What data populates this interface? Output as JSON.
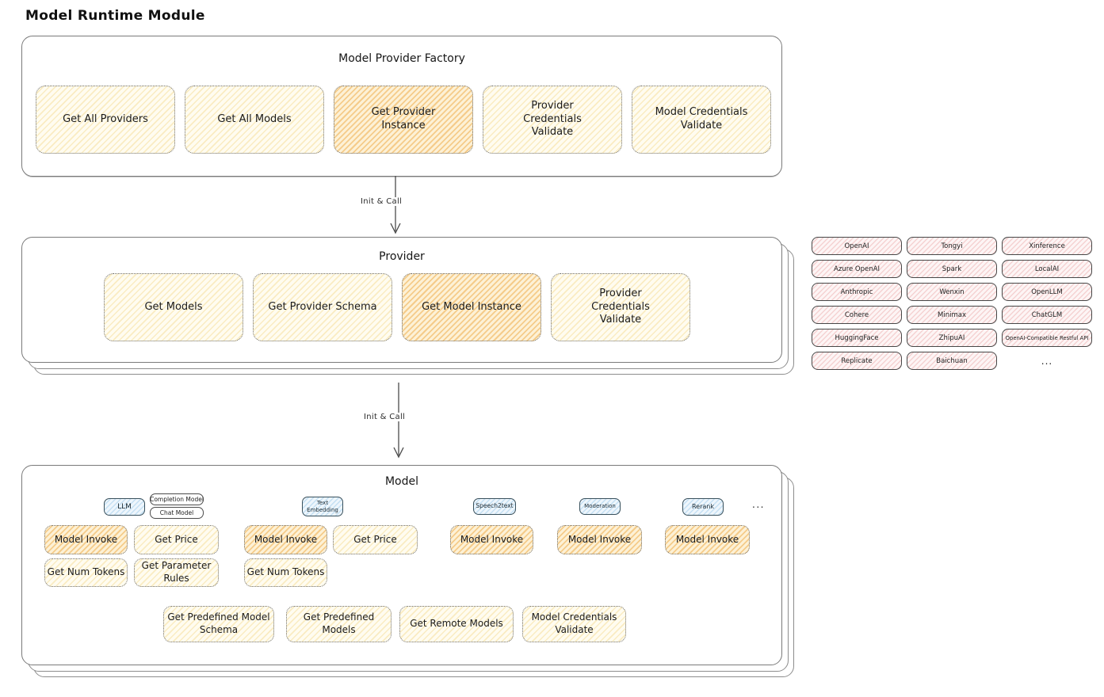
{
  "page_title": "Model Runtime Module",
  "arrow_label": "Init & Call",
  "factory": {
    "title": "Model Provider Factory",
    "boxes": [
      {
        "label": "Get All Providers",
        "highlight": false
      },
      {
        "label": "Get All Models",
        "highlight": false
      },
      {
        "label": "Get Provider Instance",
        "highlight": true
      },
      {
        "label": "Provider Credentials Validate",
        "highlight": false
      },
      {
        "label": "Model Credentials Validate",
        "highlight": false
      }
    ]
  },
  "provider": {
    "title": "Provider",
    "boxes": [
      {
        "label": "Get Models",
        "highlight": false
      },
      {
        "label": "Get Provider Schema",
        "highlight": false
      },
      {
        "label": "Get Model Instance",
        "highlight": true
      },
      {
        "label": "Provider Credentials Validate",
        "highlight": false
      }
    ]
  },
  "providers_grid": {
    "items": [
      "OpenAI",
      "Tongyi",
      "Xinference",
      "Azure OpenAI",
      "Spark",
      "LocalAI",
      "Anthropic",
      "Wenxin",
      "OpenLLM",
      "Cohere",
      "Minimax",
      "ChatGLM",
      "HuggingFace",
      "ZhipuAI",
      "OpenAI-Compatible Restful API",
      "Replicate",
      "Baichuan"
    ],
    "more": "..."
  },
  "model": {
    "title": "Model",
    "tabs": {
      "llm": "LLM",
      "completion": "Completion Model",
      "chat": "Chat Model",
      "text_embedding": "Text Embedding",
      "speech2text": "Speech2text",
      "moderation": "Moderation",
      "rerank": "Rerank",
      "more": "..."
    },
    "fn": {
      "model_invoke": "Model Invoke",
      "get_price": "Get Price",
      "get_num_tokens": "Get Num Tokens",
      "get_parameter_rules": "Get Parameter Rules",
      "get_predefined_model_schema": "Get Predefined Model Schema",
      "get_predefined_models": "Get Predefined Models",
      "get_remote_models": "Get Remote Models",
      "model_credentials_validate": "Model Credentials Validate"
    }
  },
  "colors": {
    "cream_fill": "#fffcf0",
    "cream_hatch": "#f3d889",
    "highlight_fill": "#fdf1d6",
    "highlight_hatch": "#f0b356",
    "pink_fill": "#fdf5f5",
    "pink_hatch": "#e99e9e",
    "blue_fill": "#eef6fc",
    "blue_hatch": "#92c4e8",
    "stroke": "#4a4a4a"
  }
}
